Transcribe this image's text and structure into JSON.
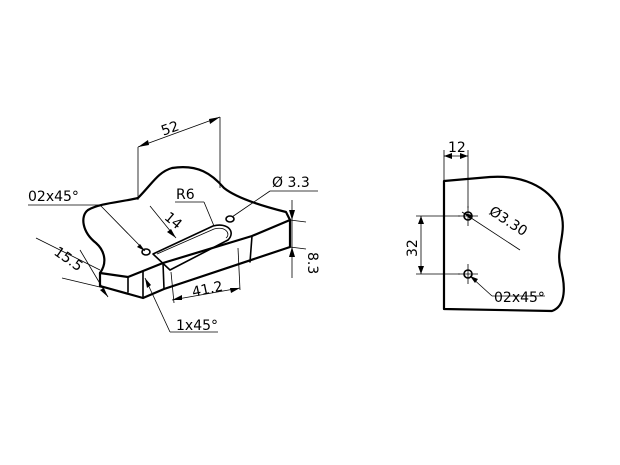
{
  "isometric_view": {
    "labels": {
      "width_52": "52",
      "radius_r6": "R6",
      "dia_3_3": "Ø 3.3",
      "chamfer_hole": "02x45°",
      "slot_width_14": "14",
      "depth_15_5": "15.5",
      "thickness_8_3": "8.3",
      "slot_length_41_2": "41.2",
      "edge_chamfer": "1x45°"
    }
  },
  "side_view": {
    "labels": {
      "width_12": "12",
      "height_32": "32",
      "dia_3_30": "Ø3.30",
      "chamfer_hole": "02x45°"
    }
  }
}
